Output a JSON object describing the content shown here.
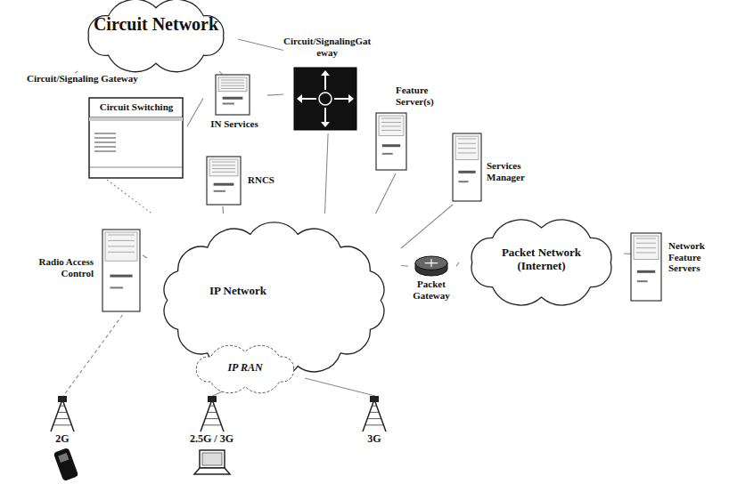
{
  "diagram": {
    "nodes": [
      {
        "text": [
          "Circuit Network"
        ]
      },
      {
        "text": [
          "Circuit/Signaling Gateway",
          "Circuit Switching"
        ]
      },
      {
        "text": [
          "IN Services"
        ]
      },
      {
        "text": [
          "Circuit/SignalingGat eway"
        ]
      },
      {
        "text": [
          "Feature Server(s)"
        ]
      },
      {
        "text": [
          "Services Manager"
        ]
      },
      {
        "text": [
          "RNCS"
        ]
      },
      {
        "text": [
          "Radio Access Control"
        ]
      },
      {
        "text": [
          "IP Network"
        ]
      },
      {
        "text": [
          "IP RAN"
        ],
        "in": 8
      },
      {
        "text": [
          "Packet Gateway"
        ]
      },
      {
        "text": [
          "Packet Network (Internet)"
        ]
      },
      {
        "text": [
          "Network Feature Servers"
        ]
      },
      {
        "text": [
          "2G"
        ]
      },
      {
        "text": [
          "2.5G / 3G"
        ]
      },
      {
        "text": [
          "3G"
        ]
      }
    ],
    "edges": [
      {
        "from": 0,
        "to": 1,
        "arrow": "none"
      },
      {
        "from": 0,
        "to": 2,
        "arrow": "none"
      },
      {
        "from": 0,
        "to": 3,
        "arrow": "none"
      },
      {
        "from": 1,
        "to": 2,
        "arrow": "none"
      },
      {
        "from": 2,
        "to": 3,
        "arrow": "none"
      },
      {
        "from": 1,
        "to": 8,
        "arrow": "none"
      },
      {
        "from": 6,
        "to": 8,
        "arrow": "none"
      },
      {
        "from": 3,
        "to": 8,
        "arrow": "none"
      },
      {
        "from": 4,
        "to": 8,
        "arrow": "none"
      },
      {
        "from": 5,
        "to": 8,
        "arrow": "none"
      },
      {
        "from": 10,
        "to": 8,
        "arrow": "none"
      },
      {
        "from": 10,
        "to": 11,
        "arrow": "none"
      },
      {
        "from": 11,
        "to": 12,
        "arrow": "none"
      },
      {
        "from": 7,
        "to": 8,
        "arrow": "none"
      },
      {
        "from": 7,
        "to": 13,
        "arrow": "none"
      },
      {
        "from": 9,
        "to": 14,
        "arrow": "none"
      },
      {
        "from": 9,
        "to": 15,
        "arrow": "none"
      }
    ]
  }
}
